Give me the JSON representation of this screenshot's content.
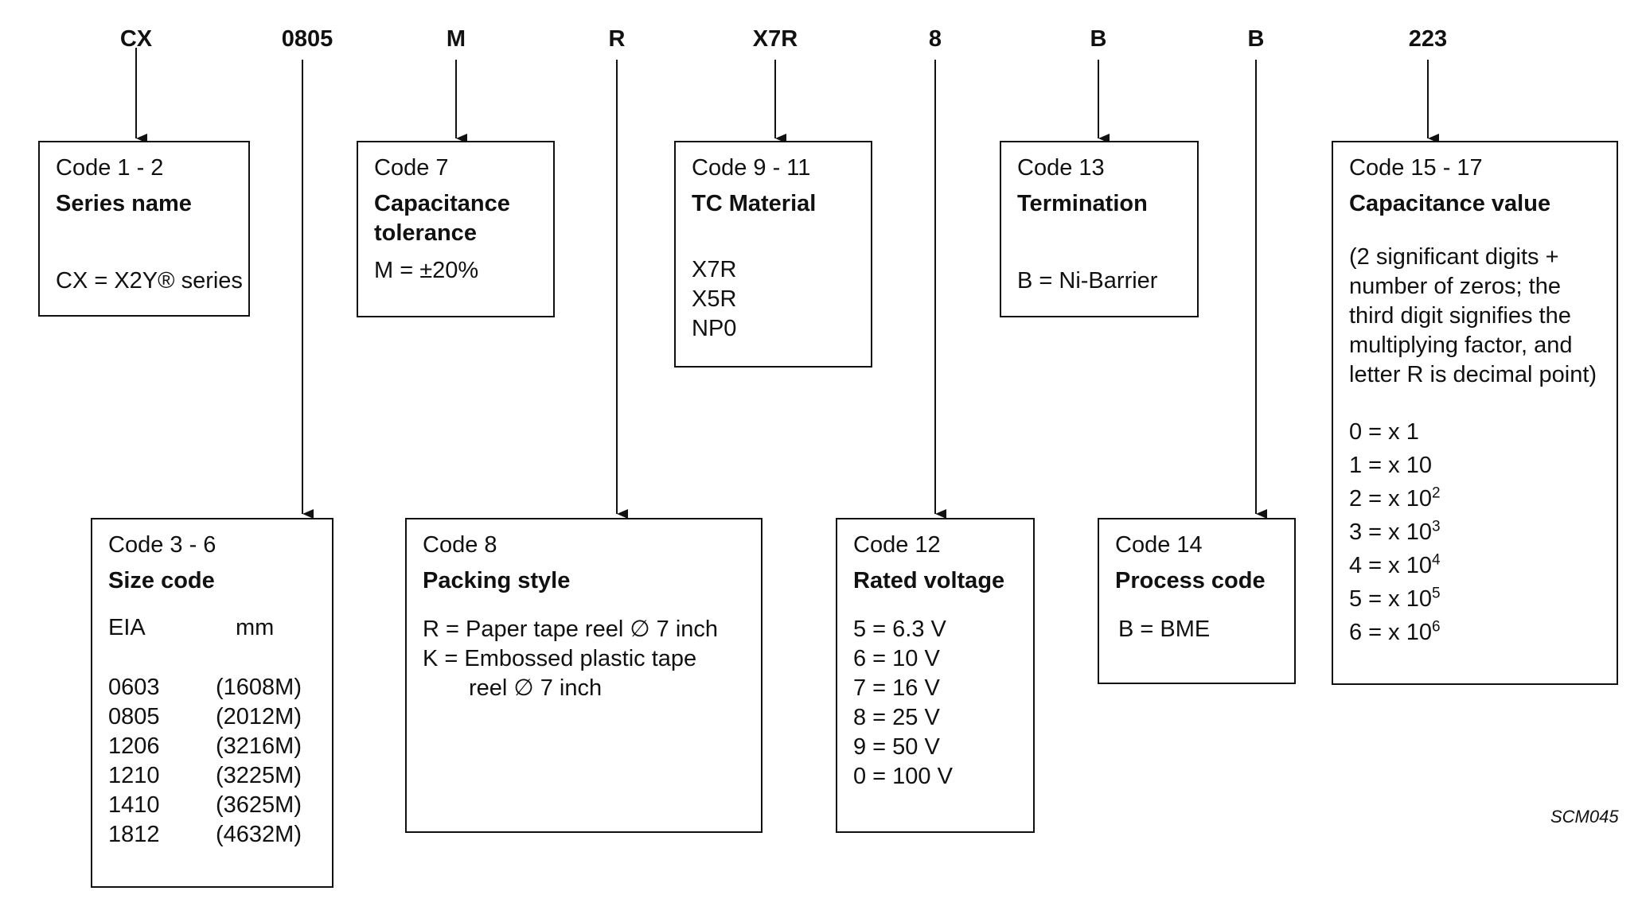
{
  "codes": [
    "CX",
    "0805",
    "M",
    "R",
    "X7R",
    "8",
    "B",
    "B",
    "223"
  ],
  "boxes": {
    "series": {
      "code": "Code 1 - 2",
      "title": "Series name",
      "lines": [
        "CX = X2Y® series"
      ]
    },
    "tolerance": {
      "code": "Code 7",
      "title1": "Capacitance",
      "title2": "tolerance",
      "lines": [
        "M = ±20%"
      ]
    },
    "tc": {
      "code": "Code 9 - 11",
      "title": "TC Material",
      "lines": [
        "X7R",
        "X5R",
        "NP0"
      ]
    },
    "termination": {
      "code": "Code 13",
      "title": "Termination",
      "lines": [
        "B = Ni-Barrier"
      ]
    },
    "capvalue": {
      "code": "Code 15 - 17",
      "title": "Capacitance value",
      "notes": [
        "(2 significant digits +",
        "number of zeros; the",
        "third digit signifies the",
        "multiplying factor, and",
        "letter R is decimal point)"
      ],
      "multipliers": [
        {
          "prefix": "0 = x 1",
          "exp": ""
        },
        {
          "prefix": "1 = x 10",
          "exp": ""
        },
        {
          "prefix": "2 = x 10",
          "exp": "2"
        },
        {
          "prefix": "3 = x 10",
          "exp": "3"
        },
        {
          "prefix": "4 = x 10",
          "exp": "4"
        },
        {
          "prefix": "5 = x 10",
          "exp": "5"
        },
        {
          "prefix": "6 = x 10",
          "exp": "6"
        }
      ]
    },
    "size": {
      "code": "Code 3 - 6",
      "title": "Size code",
      "col1": "EIA",
      "col2": "mm",
      "rows": [
        [
          "0603",
          "(1608M)"
        ],
        [
          "0805",
          "(2012M)"
        ],
        [
          "1206",
          "(3216M)"
        ],
        [
          "1210",
          "(3225M)"
        ],
        [
          "1410",
          "(3625M)"
        ],
        [
          "1812",
          "(4632M)"
        ]
      ]
    },
    "packing": {
      "code": "Code 8",
      "title": "Packing style",
      "lines": [
        "R = Paper tape reel ∅ 7 inch",
        "K = Embossed plastic tape",
        "reel ∅ 7 inch"
      ]
    },
    "voltage": {
      "code": "Code 12",
      "title": "Rated voltage",
      "lines": [
        "5 = 6.3 V",
        "6 = 10 V",
        "7 = 16 V",
        "8 = 25 V",
        "9 = 50 V",
        "0 = 100 V"
      ]
    },
    "process": {
      "code": "Code 14",
      "title": "Process code",
      "lines": [
        "B = BME"
      ]
    }
  },
  "figure_id": "SCM045"
}
